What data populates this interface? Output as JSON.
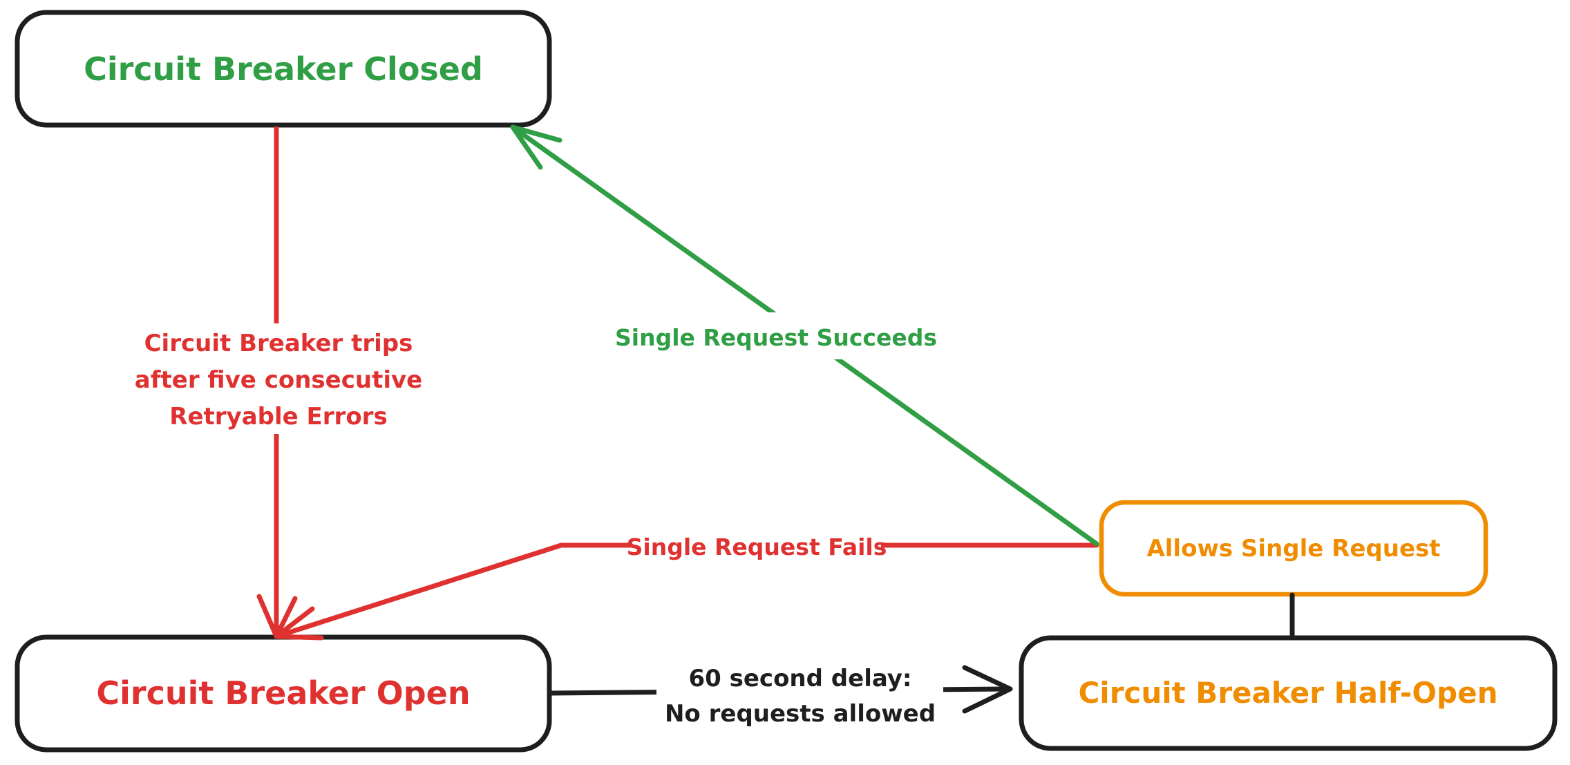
{
  "colors": {
    "background": "#ffffff",
    "node_border_black": "#1e1e1e",
    "closed_green": "#2f9e44",
    "open_red": "#e03131",
    "half_open_orange": "#f08c00"
  },
  "nodes": {
    "closed": {
      "label": "Circuit Breaker Closed",
      "text_color": "#2f9e44",
      "border_color": "#1e1e1e"
    },
    "open": {
      "label": "Circuit Breaker Open",
      "text_color": "#e03131",
      "border_color": "#1e1e1e"
    },
    "half_open": {
      "label": "Circuit Breaker Half-Open",
      "text_color": "#f08c00",
      "border_color": "#1e1e1e"
    },
    "allows_single_request": {
      "label": "Allows Single Request",
      "text_color": "#f08c00",
      "border_color": "#f08c00"
    }
  },
  "edges": {
    "closed_to_open": {
      "color": "#e03131",
      "label_lines": [
        "Circuit Breaker trips",
        "after five consecutive",
        "Retryable Errors"
      ]
    },
    "half_open_to_closed": {
      "color": "#2f9e44",
      "label": "Single Request Succeeds"
    },
    "half_open_to_open": {
      "color": "#e03131",
      "label": "Single Request Fails"
    },
    "open_to_half_open": {
      "color": "#1e1e1e",
      "label_lines": [
        "60 second delay:",
        "No requests allowed"
      ]
    }
  }
}
